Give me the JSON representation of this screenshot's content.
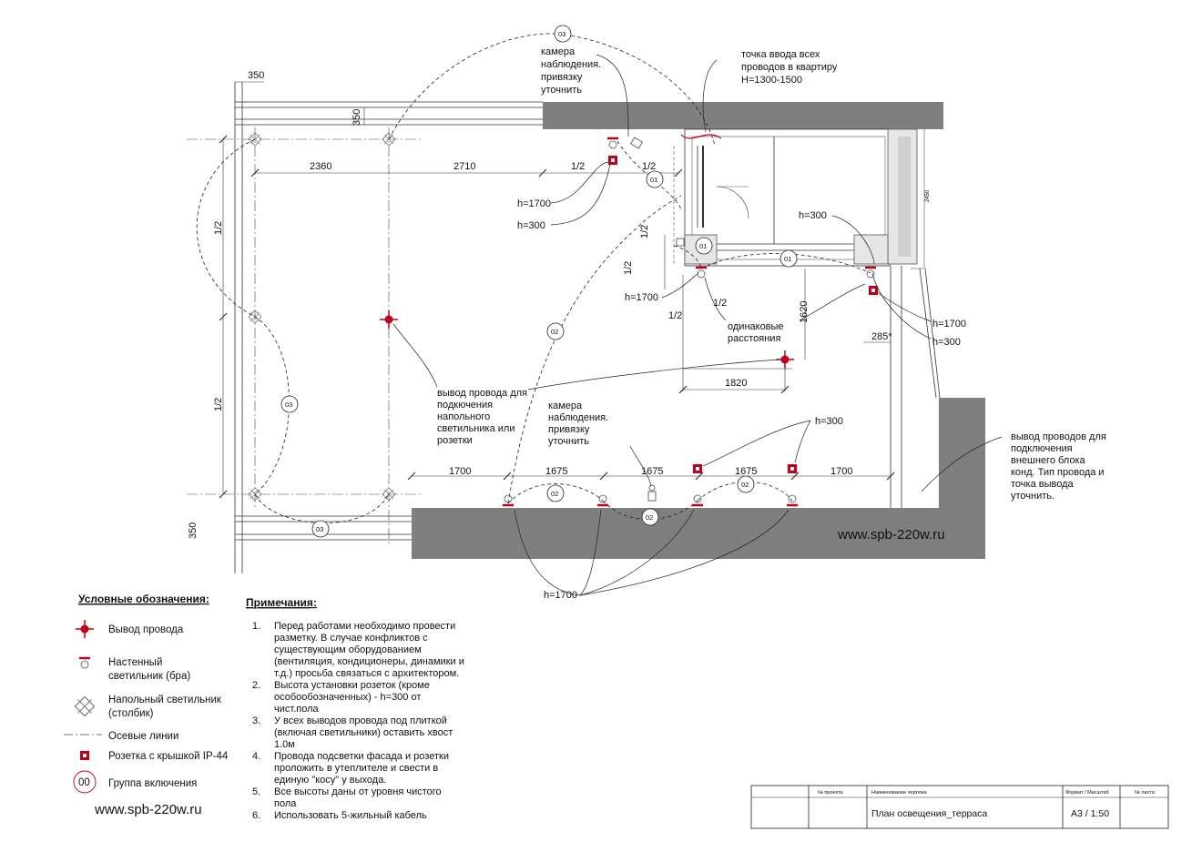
{
  "colors": {
    "wire_red": "#c0001a",
    "wall_grey": "#7f7f7f",
    "line": "#222222"
  },
  "dimensions": {
    "d350_top": "350",
    "d350_vert": "350",
    "d350_bottom": "350",
    "d2360": "2360",
    "d2710": "2710",
    "half_top1": "1/2",
    "half_top2": "1/2",
    "half_left1": "1/2",
    "half_left2": "1/2",
    "half_r1": "1/2",
    "half_r2": "1/2",
    "half_r3": "1/2",
    "half_r4": "1/2",
    "d1620": "1620",
    "d1820": "1820",
    "d285": "285*",
    "b1": "1700",
    "b2": "1675",
    "b3": "1675",
    "b4": "1675",
    "b5": "1700",
    "d2450": "2450"
  },
  "groups": {
    "g03": "03",
    "g01": "01",
    "g02": "02"
  },
  "annotations": {
    "camera_top": [
      "камера",
      "наблюдения.",
      "привязку",
      "уточнить"
    ],
    "entry_point": [
      "точка ввода всех",
      "проводов в квартиру",
      "H=1300-1500"
    ],
    "h1700": "h=1700",
    "h300": "h=300",
    "same_dist": [
      "одинаковые",
      "расстояния"
    ],
    "wire_outlet": [
      "вывод провода для",
      "подкючения",
      "напольного",
      "светильника или",
      "розетки"
    ],
    "camera_mid": [
      "камера",
      "наблюдения.",
      "привязку",
      "уточнить"
    ],
    "ext_unit": [
      "вывод проводов для",
      "подключения",
      "внешнего блока",
      "конд. Тип провода и",
      "точка вывода",
      "уточнить."
    ],
    "watermark": "www.spb-220w.ru"
  },
  "legend": {
    "title": "Условные обозначения:",
    "items": [
      "Вывод провода",
      "Настенный",
      "светильник (бра)",
      "Напольный светильник",
      "(столбик)",
      "Осевые линии",
      "Розетка с крышкой IP-44",
      "Группа включения"
    ],
    "group_symbol": "00",
    "site": "www.spb-220w.ru"
  },
  "notes": {
    "title": "Примечания:",
    "items": [
      {
        "num": "1.",
        "lines": [
          "Перед работами необходимо провести",
          "разметку. В случае конфликтов с",
          "существующим оборудованием",
          "(вентиляция, кондиционеры, динамики и",
          "т.д.) просьба связаться с архитектором."
        ]
      },
      {
        "num": "2.",
        "lines": [
          "Высота установки розеток (кроме",
          "особообозначенных) - h=300 от",
          "чист.пола"
        ]
      },
      {
        "num": "3.",
        "lines": [
          "У всех выводов провода под плиткой",
          "(включая светильники) оставить хвост",
          "1.0м"
        ]
      },
      {
        "num": "4.",
        "lines": [
          "Провода подсветки фасада  и розетки",
          "проложить в утеплителе и свести в",
          "единую \"косу\" у выхода."
        ]
      },
      {
        "num": "5.",
        "lines": [
          "Все высоты даны от уровня чистого",
          "пола"
        ]
      },
      {
        "num": "6.",
        "lines": [
          "Использовать 5-жильный кабель"
        ]
      }
    ]
  },
  "title_block": {
    "project_no_label": "№ проекта",
    "drawing_name_label": "Наименование чертежа",
    "format_label": "Формат / Масштаб",
    "sheet_label": "№ листа",
    "drawing_name": "План освещения_терраса",
    "format_value": "А3 / 1:50"
  }
}
